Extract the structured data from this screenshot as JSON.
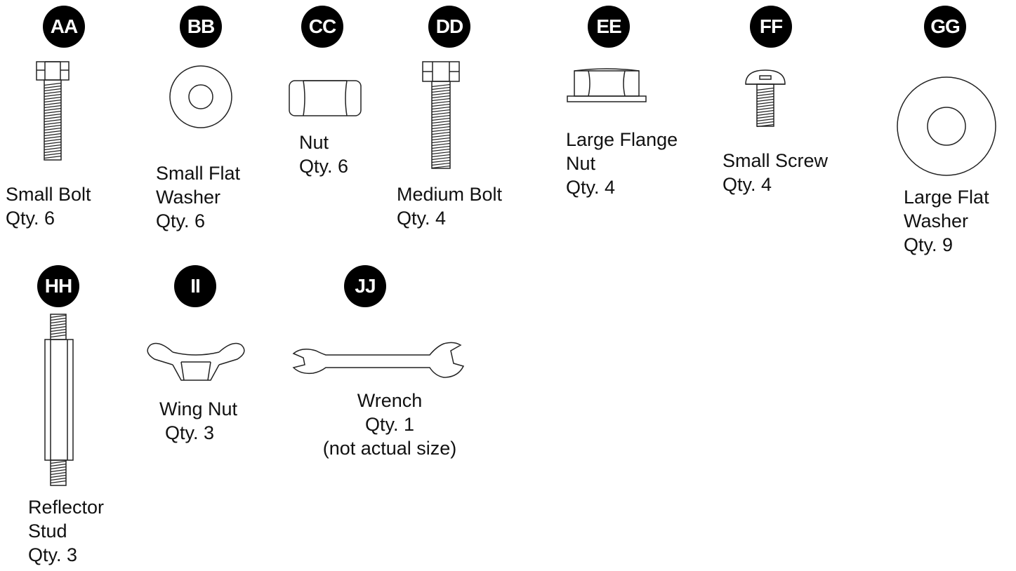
{
  "parts": {
    "aa": {
      "badge": "AA",
      "name_lines": [
        "Small Bolt"
      ],
      "qty": "Qty. 6",
      "icon": "small-bolt-icon"
    },
    "bb": {
      "badge": "BB",
      "name_lines": [
        "Small Flat",
        "Washer"
      ],
      "qty": "Qty. 6",
      "icon": "small-flat-washer-icon"
    },
    "cc": {
      "badge": "CC",
      "name_lines": [
        "Nut"
      ],
      "qty": "Qty. 6",
      "icon": "nut-icon"
    },
    "dd": {
      "badge": "DD",
      "name_lines": [
        "Medium Bolt"
      ],
      "qty": "Qty. 4",
      "icon": "medium-bolt-icon"
    },
    "ee": {
      "badge": "EE",
      "name_lines": [
        "Large Flange",
        "Nut"
      ],
      "qty": "Qty. 4",
      "icon": "large-flange-nut-icon"
    },
    "ff": {
      "badge": "FF",
      "name_lines": [
        "Small Screw"
      ],
      "qty": "Qty. 4",
      "icon": "small-screw-icon"
    },
    "gg": {
      "badge": "GG",
      "name_lines": [
        "Large Flat",
        "Washer"
      ],
      "qty": "Qty. 9",
      "icon": "large-flat-washer-icon"
    },
    "hh": {
      "badge": "HH",
      "name_lines": [
        "Reflector",
        "Stud"
      ],
      "qty": "Qty. 3",
      "icon": "reflector-stud-icon"
    },
    "ii": {
      "badge": "II",
      "name_lines": [
        "Wing Nut"
      ],
      "qty": "Qty. 3",
      "icon": "wing-nut-icon"
    },
    "jj": {
      "badge": "JJ",
      "name_lines": [
        "Wrench"
      ],
      "qty": "Qty. 1",
      "note": "(not actual size)",
      "icon": "wrench-icon"
    }
  },
  "colors": {
    "badge_bg": "#000000",
    "badge_text": "#ffffff",
    "line": "#222222"
  }
}
